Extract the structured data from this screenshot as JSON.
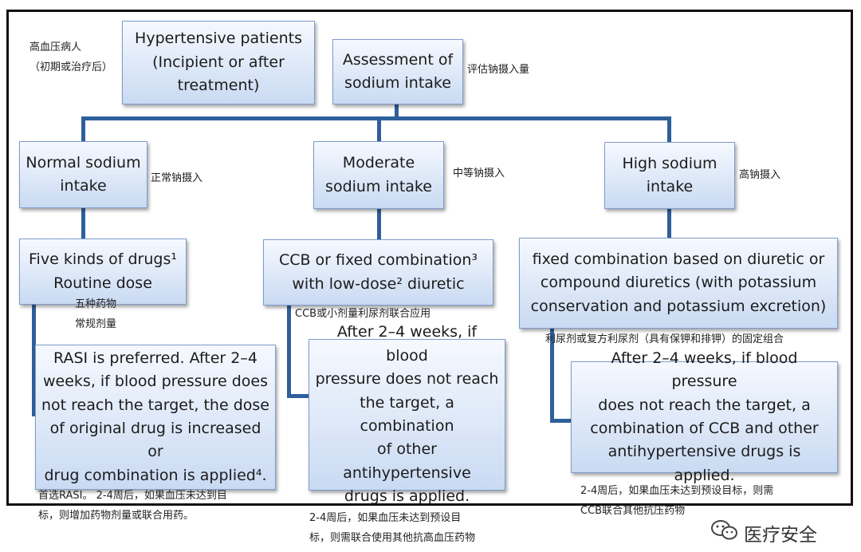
{
  "boxes": {
    "patients": [
      "Hypertensive patients",
      "(Incipient or after",
      "treatment)"
    ],
    "assessment": [
      "Assessment of",
      "sodium intake"
    ],
    "normal": [
      "Normal sodium",
      "intake"
    ],
    "moderate": [
      "Moderate",
      "sodium intake"
    ],
    "high": [
      "High sodium",
      "intake"
    ],
    "drugs": [
      "Five kinds of drugs¹",
      "Routine dose"
    ],
    "ccb": [
      "CCB or fixed combination³",
      "with low-dose² diuretic"
    ],
    "fixed": [
      "fixed combination based on diuretic   or",
      "compound diuretics (with potassium",
      "conservation and potassium excretion)"
    ],
    "rasi": [
      "RASI is preferred. After 2–4",
      "weeks, if blood pressure does",
      "not reach the target, the dose",
      "of original drug is increased or",
      "drug combination is applied⁴."
    ],
    "mod_after": [
      "After 2–4 weeks, if blood",
      "pressure does not reach",
      "the target, a combination",
      "of other antihypertensive",
      "drugs is applied."
    ],
    "high_after": [
      "After 2–4 weeks, if blood pressure",
      "does not reach the target, a",
      "combination of CCB and other",
      "antihypertensive drugs is applied."
    ]
  },
  "notes": {
    "patients": [
      "高血压病人",
      "（初期或治疗后）"
    ],
    "assessment": "评估钠摄入量",
    "normal": "正常钠摄入",
    "moderate": "中等钠摄入",
    "high": "高钠摄入",
    "drugs": [
      "五种药物",
      "常规剂量"
    ],
    "ccb": "CCB或小剂量利尿剂联合应用",
    "fixed": "利尿剂或复方利尿剂（具有保钾和排钾）的固定组合",
    "rasi": [
      "首选RASI。 2-4周后，如果血压未达到目",
      "标，则增加药物剂量或联合用药。"
    ],
    "mod_after": [
      "2-4周后，如果血压未达到预设目",
      "标，则需联合使用其他抗高血压药物"
    ],
    "high_after": [
      "2-4周后，如果血压未达到预设目标，则需",
      "CCB联合其他抗压药物"
    ]
  },
  "watermark": {
    "text": "医疗安全",
    "icon": "wechat-icon"
  },
  "colors": {
    "line": "#2f5f9a",
    "box_top": "#f6f9ff",
    "box_bottom": "#c9daf2",
    "box_border": "#7f9ccd"
  }
}
